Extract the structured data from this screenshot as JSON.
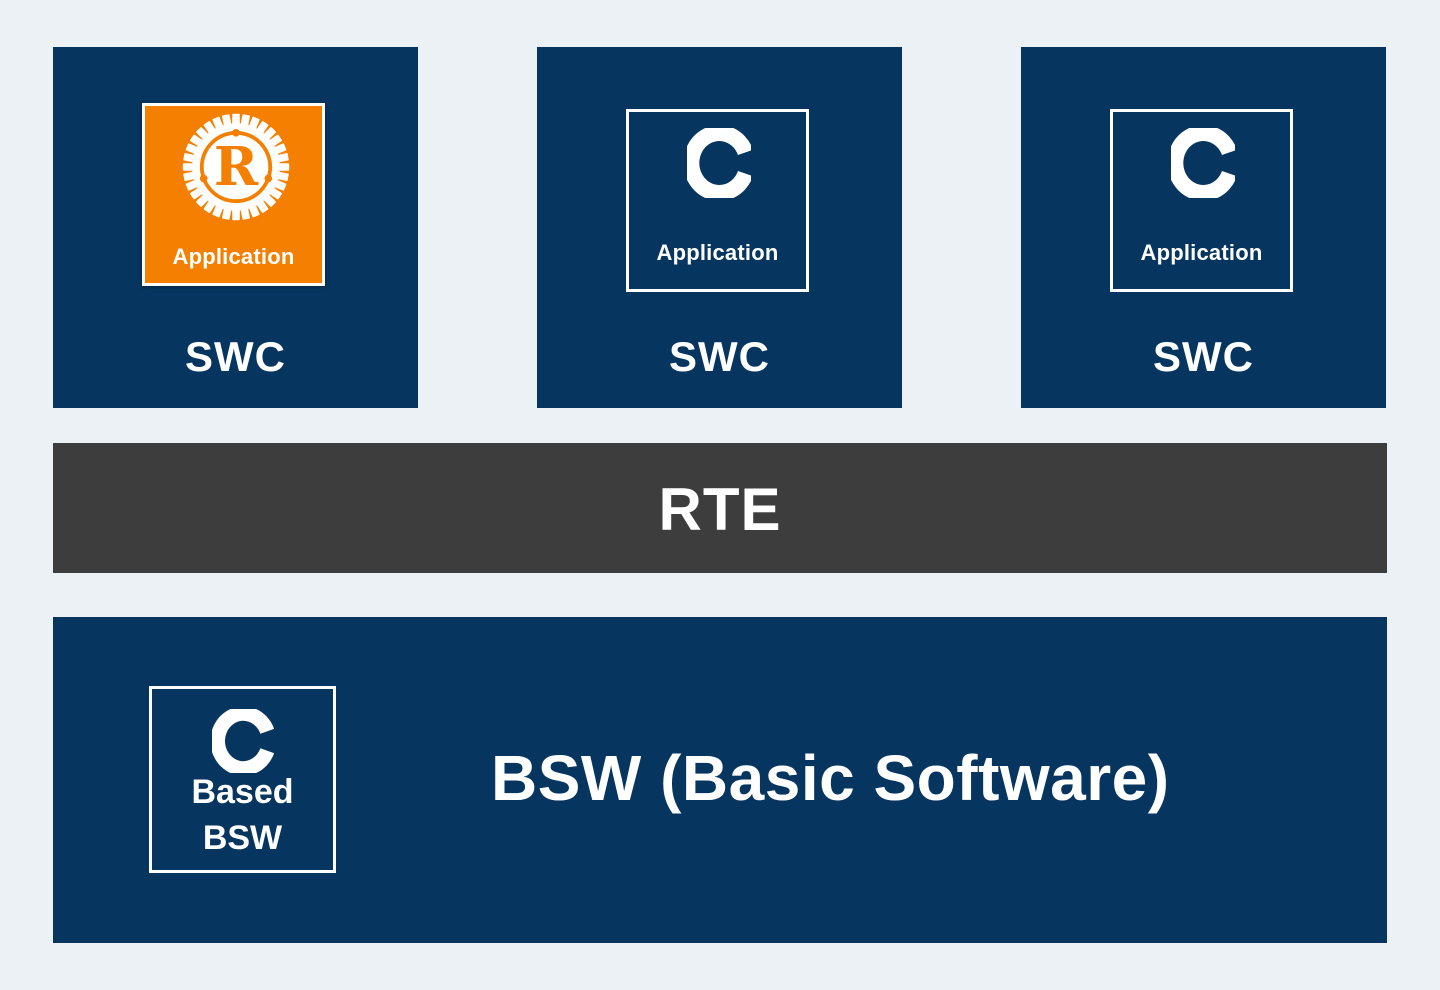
{
  "swcs": [
    {
      "app_label": "Application",
      "label": "SWC",
      "icon": "rust-logo-icon",
      "accent": "#f57f00"
    },
    {
      "app_label": "Application",
      "label": "SWC",
      "icon": "c-language-icon"
    },
    {
      "app_label": "Application",
      "label": "SWC",
      "icon": "c-language-icon"
    }
  ],
  "rte": {
    "label": "RTE"
  },
  "bsw": {
    "box_line_1": "Based",
    "box_line_2": "BSW",
    "box_icon": "c-language-icon",
    "title": "BSW (Basic Software)"
  },
  "colors": {
    "background": "#ecf1f5",
    "block_blue": "#063660",
    "rte_gray": "#3d3d3d",
    "rust_orange": "#f57f00",
    "text": "#ffffff"
  }
}
